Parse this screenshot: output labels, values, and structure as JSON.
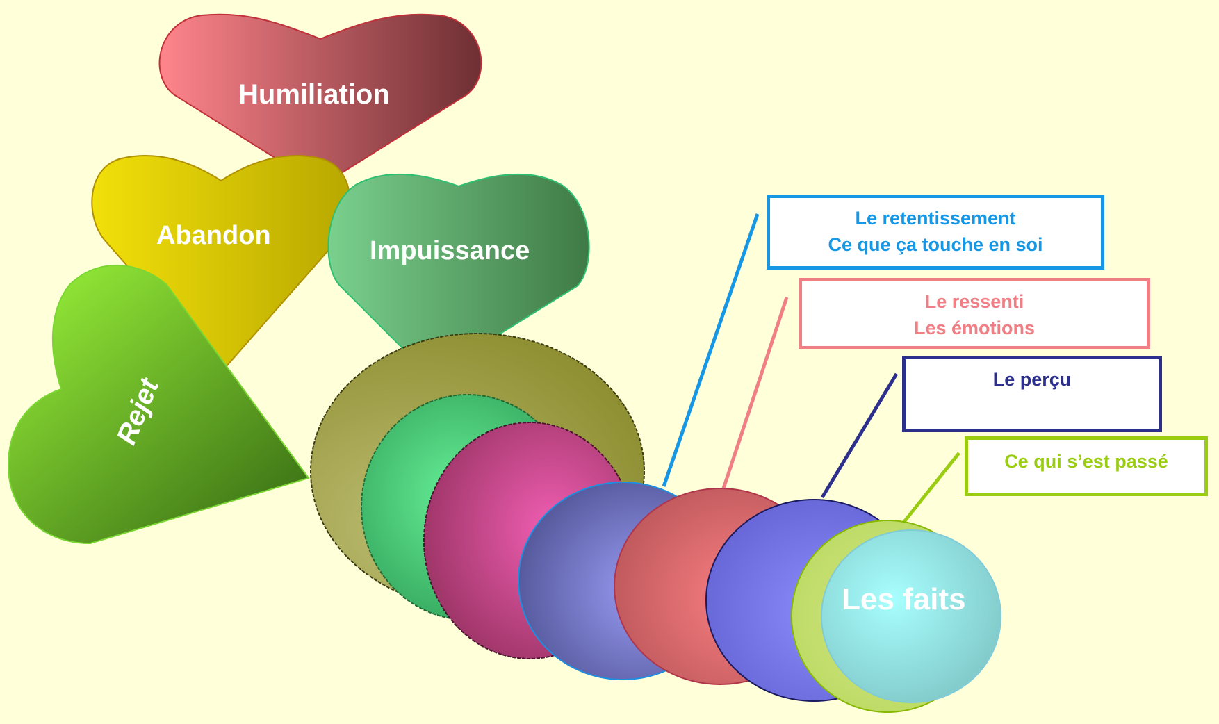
{
  "hearts": {
    "humiliation": "Humiliation",
    "abandon": "Abandon",
    "impuissance": "Impuissance",
    "rejet": "Rejet"
  },
  "levels": {
    "retentissement": {
      "line1": "Le retentissement",
      "line2": "Ce que ça touche en soi"
    },
    "ressenti": {
      "line1": "Le ressenti",
      "line2": "Les émotions"
    },
    "percu": {
      "line1": "Le perçu"
    },
    "passe": {
      "line1": "Ce qui s’est passé"
    }
  },
  "center": {
    "label": "Les faits"
  },
  "colors": {
    "background": "#ffffd9",
    "retentissement": "#1597e6",
    "ressenti": "#f07f85",
    "percu": "#2c2f8c",
    "passe": "#9acc12"
  }
}
